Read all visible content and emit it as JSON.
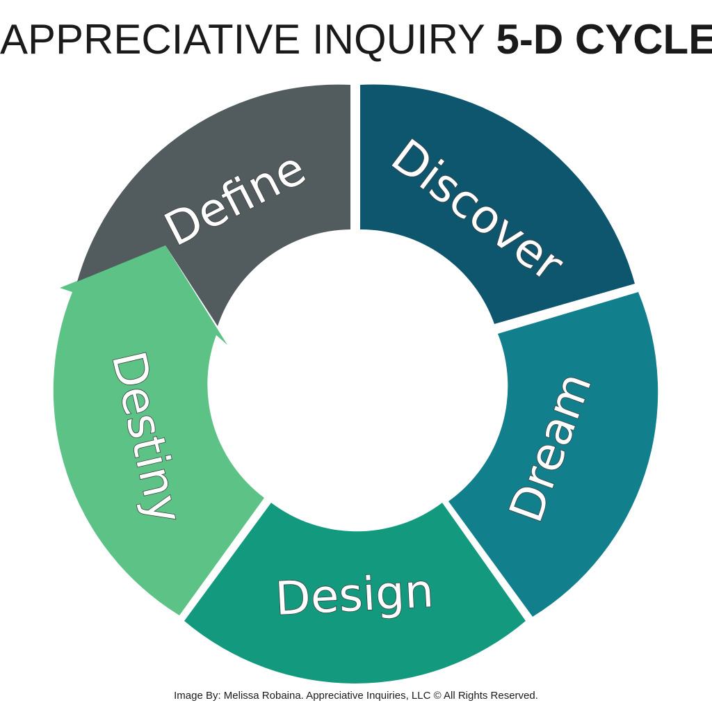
{
  "title": {
    "light": "APPRECIATIVE INQUIRY",
    "bold": "5-D CYCLE"
  },
  "credit": "Image By: Melissa Robaina. Appreciative Inquiries, LLC © All Rights Reserved.",
  "cycle": {
    "discover": {
      "label": "Discover",
      "color": "#0e556e"
    },
    "dream": {
      "label": "Dream",
      "color": "#127f8c"
    },
    "design": {
      "label": "Design",
      "color": "#139a7e"
    },
    "destiny": {
      "label": "Destiny",
      "color": "#5cc286"
    },
    "define": {
      "label": "Define",
      "color": "#525b5d"
    }
  },
  "label_color": "#ffffff",
  "background": "#ffffff"
}
